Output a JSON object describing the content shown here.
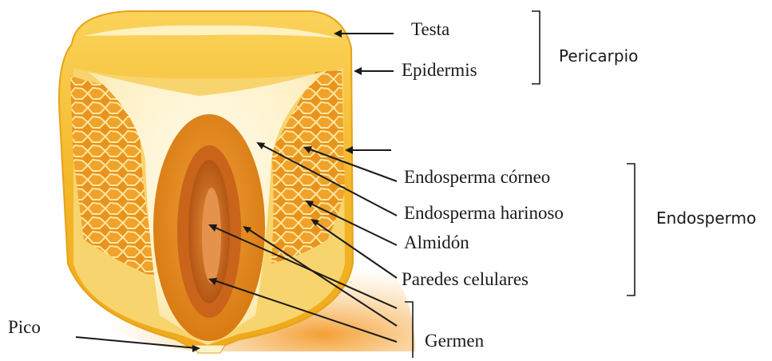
{
  "labels": {
    "testa": "Testa",
    "epidermis": "Epidermis",
    "pericarpio": "Pericarpio",
    "endosperma_corneo": "Endosperma córneo",
    "endosperma_harinoso": "Endosperma harinoso",
    "almidon": "Almidón",
    "paredes_celulares": "Paredes celulares",
    "endospermo": "Endospermo",
    "pico": "Pico",
    "germen": "Germen"
  },
  "colors": {
    "hull_outer": "#f2b623",
    "hull_inner": "#fde9a8",
    "flour_zone": "#fff6d8",
    "horny_cells": "#e8941e",
    "germ_outer": "#e58b12",
    "germ_inner": "#b85a10",
    "germ_core": "#d9772b",
    "shadow": "#f6a23a"
  }
}
